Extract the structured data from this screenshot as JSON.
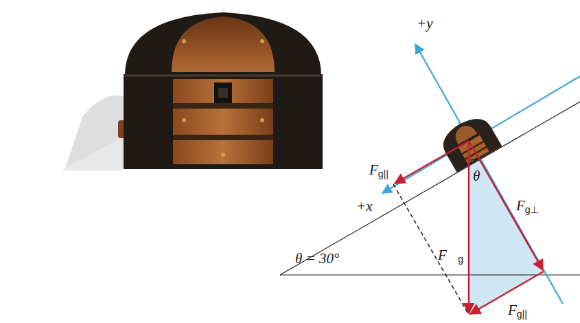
{
  "diagram": {
    "labels": [
      "+y",
      "+x",
      "Fg||",
      "θ",
      "Fg⊥",
      "F⃗g",
      "θ = 30°",
      "Fg||"
    ]
  }
}
